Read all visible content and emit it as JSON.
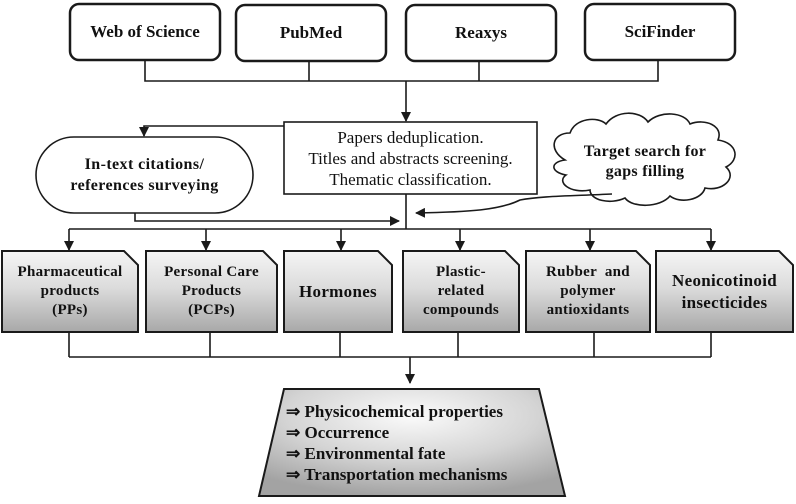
{
  "databases": [
    {
      "label": "Web of Science"
    },
    {
      "label": "PubMed"
    },
    {
      "label": "Reaxys"
    },
    {
      "label": "SciFinder"
    }
  ],
  "screening": {
    "lines": [
      "Papers deduplication.",
      "Titles and abstracts screening.",
      "Thematic classification."
    ]
  },
  "citations": {
    "lines": [
      "In-text citations/",
      "references surveying"
    ]
  },
  "target_search": {
    "lines": [
      "Target search for",
      "gaps filling"
    ]
  },
  "categories": [
    {
      "lines": [
        "Pharmaceutical",
        "products",
        "(PPs)"
      ]
    },
    {
      "lines": [
        "Personal Care",
        "Products",
        "(PCPs)"
      ]
    },
    {
      "lines": [
        "Hormones"
      ]
    },
    {
      "lines": [
        "Plastic-",
        "related",
        "compounds"
      ]
    },
    {
      "lines": [
        "Rubber  and",
        "polymer",
        "antioxidants"
      ]
    },
    {
      "lines": [
        "Neonicotinoid",
        "insecticides"
      ]
    }
  ],
  "outcomes": {
    "bullet_symbol": "⇒",
    "items": [
      "Physicochemical properties",
      "Occurrence",
      "Environmental fate",
      "Transportation mechanisms"
    ]
  },
  "colors": {
    "stroke": "#1a1a1a",
    "box_fill": "#ffffff",
    "gradient_light": "#f4f4f4",
    "gradient_dark": "#a9a9a9"
  }
}
